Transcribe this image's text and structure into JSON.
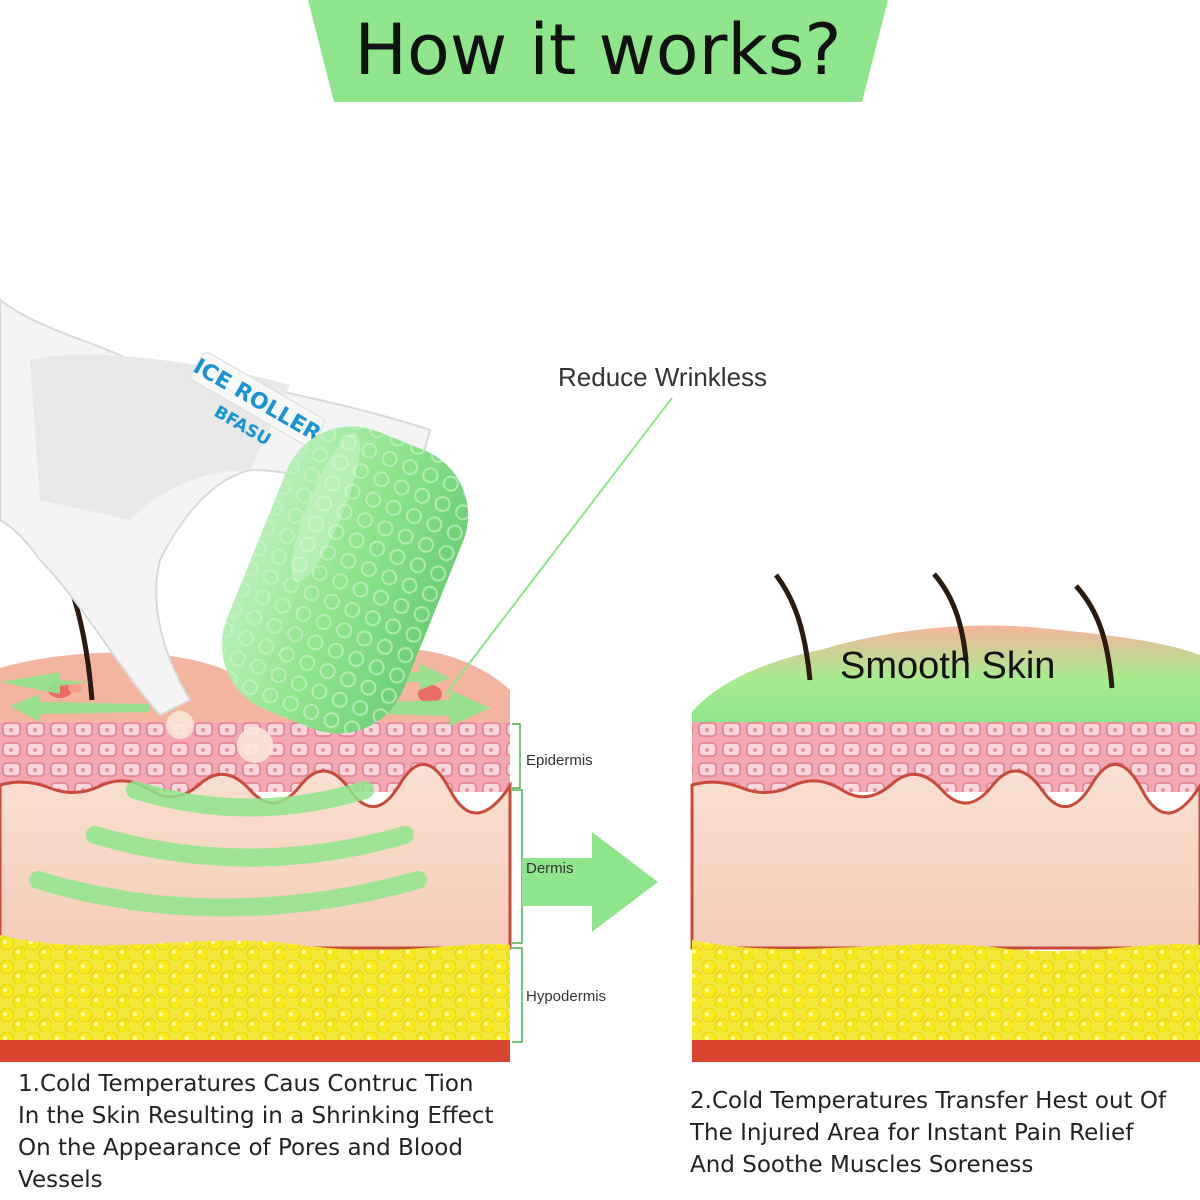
{
  "title": "How it works?",
  "colors": {
    "accent_green": "#8fe58c",
    "skin_top": "#f2a79a",
    "epidermis": "#f2aab0",
    "dermis": "#f7d8c8",
    "hypodermis": "#f6ea2e",
    "muscle": "#d9452e"
  },
  "product": {
    "brand": "BFASU",
    "name": "ICE ROLLER"
  },
  "labels": {
    "reduce": "Reduce Wrinkless",
    "smooth": "Smooth Skin",
    "epidermis": "Epidermis",
    "dermis": "Dermis",
    "hypodermis": "Hypodermis"
  },
  "captions": {
    "step1": [
      "1.Cold Temperatures Caus Contruc Tion",
      "In the Skin Resulting in a Shrinking Effect",
      "On the Appearance of Pores and Blood",
      "Vessels"
    ],
    "step2": [
      "2.Cold Temperatures Transfer Hest out Of",
      "The Injured Area for Instant Pain Relief",
      "And Soothe Muscles Soreness"
    ]
  },
  "icons": [
    "roller-icon",
    "arrow-right-icon",
    "hair-icon",
    "cold-wave-icon"
  ]
}
